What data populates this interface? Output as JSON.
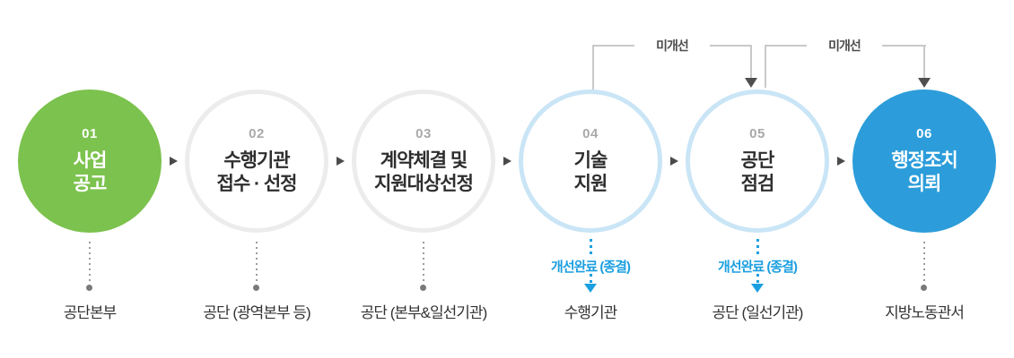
{
  "diagram": {
    "steps": [
      {
        "number": "01",
        "title_line1": "사업",
        "title_line2": "공고",
        "bottom_label": "공단본부"
      },
      {
        "number": "02",
        "title_line1": "수행기관",
        "title_line2": "접수 · 선정",
        "bottom_label": "공단 (광역본부 등)"
      },
      {
        "number": "03",
        "title_line1": "계약체결 및",
        "title_line2": "지원대상선정",
        "bottom_label": "공단 (본부&일선기관)"
      },
      {
        "number": "04",
        "title_line1": "기술",
        "title_line2": "지원",
        "sub_label": "개선완료 (종결)",
        "bottom_label": "수행기관"
      },
      {
        "number": "05",
        "title_line1": "공단",
        "title_line2": "점검",
        "sub_label": "개선완료 (종결)",
        "bottom_label": "공단 (일선기관)"
      },
      {
        "number": "06",
        "title_line1": "행정조치",
        "title_line2": "의뢰",
        "bottom_label": "지방노동관서"
      }
    ],
    "connectors": [
      {
        "label": "미개선"
      },
      {
        "label": "미개선"
      }
    ],
    "colors": {
      "step_green": "#7cc24e",
      "step_blue": "#2c9dda",
      "blue_ring": "#c9e5f6",
      "gray_ring": "#ececec",
      "accent_blue": "#1b9fe0",
      "connector_gray": "#c9c9c9"
    }
  }
}
